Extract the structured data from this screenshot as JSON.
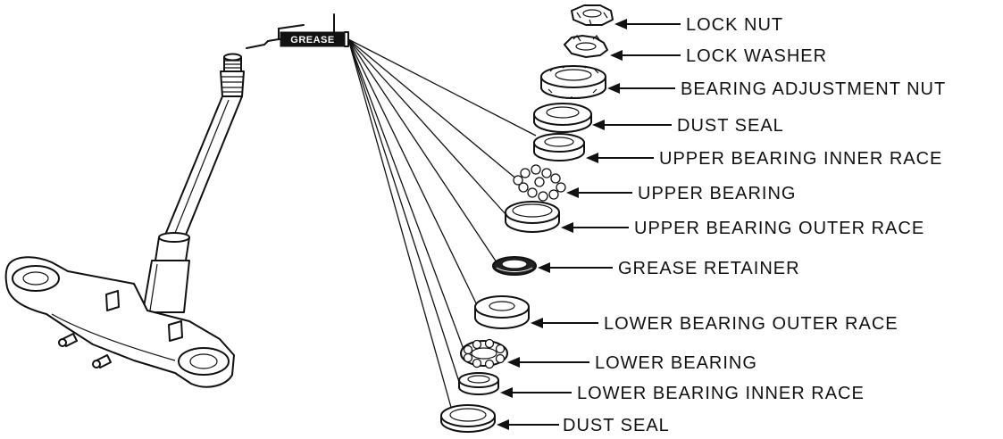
{
  "grease_label": "GREASE",
  "labels": {
    "lock_nut": "LOCK NUT",
    "lock_washer": "LOCK WASHER",
    "bearing_adjustment_nut": "BEARING ADJUSTMENT NUT",
    "dust_seal_upper": "DUST SEAL",
    "upper_bearing_inner_race": "UPPER BEARING INNER RACE",
    "upper_bearing": "UPPER BEARING",
    "upper_bearing_outer_race": "UPPER BEARING OUTER RACE",
    "grease_retainer": "GREASE RETAINER",
    "lower_bearing_outer_race": "LOWER BEARING OUTER RACE",
    "lower_bearing": "LOWER BEARING",
    "lower_bearing_inner_race": "LOWER BEARING INNER RACE",
    "dust_seal_lower": "DUST SEAL"
  }
}
